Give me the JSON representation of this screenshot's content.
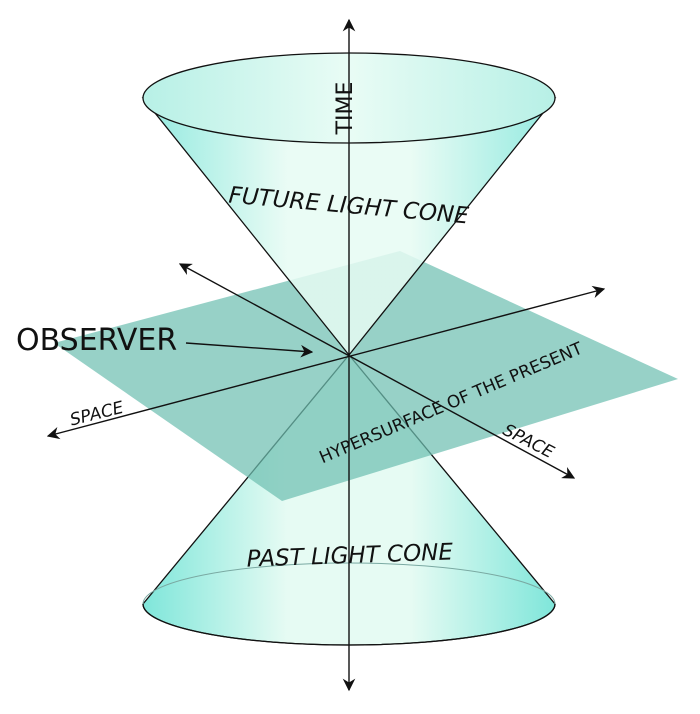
{
  "labels": {
    "time": "TIME",
    "future_cone": "FUTURE LIGHT CONE",
    "past_cone": "PAST LIGHT CONE",
    "observer": "OBSERVER",
    "space_left": "SPACE",
    "space_right": "SPACE",
    "hypersurface": "HYPERSURFACE OF THE PRESENT"
  },
  "colors": {
    "cone_fill_light": "#e6fbf3",
    "cone_fill_dark": "#7fe6da",
    "plane_fill": "#6fbfb2",
    "line": "#111111"
  }
}
